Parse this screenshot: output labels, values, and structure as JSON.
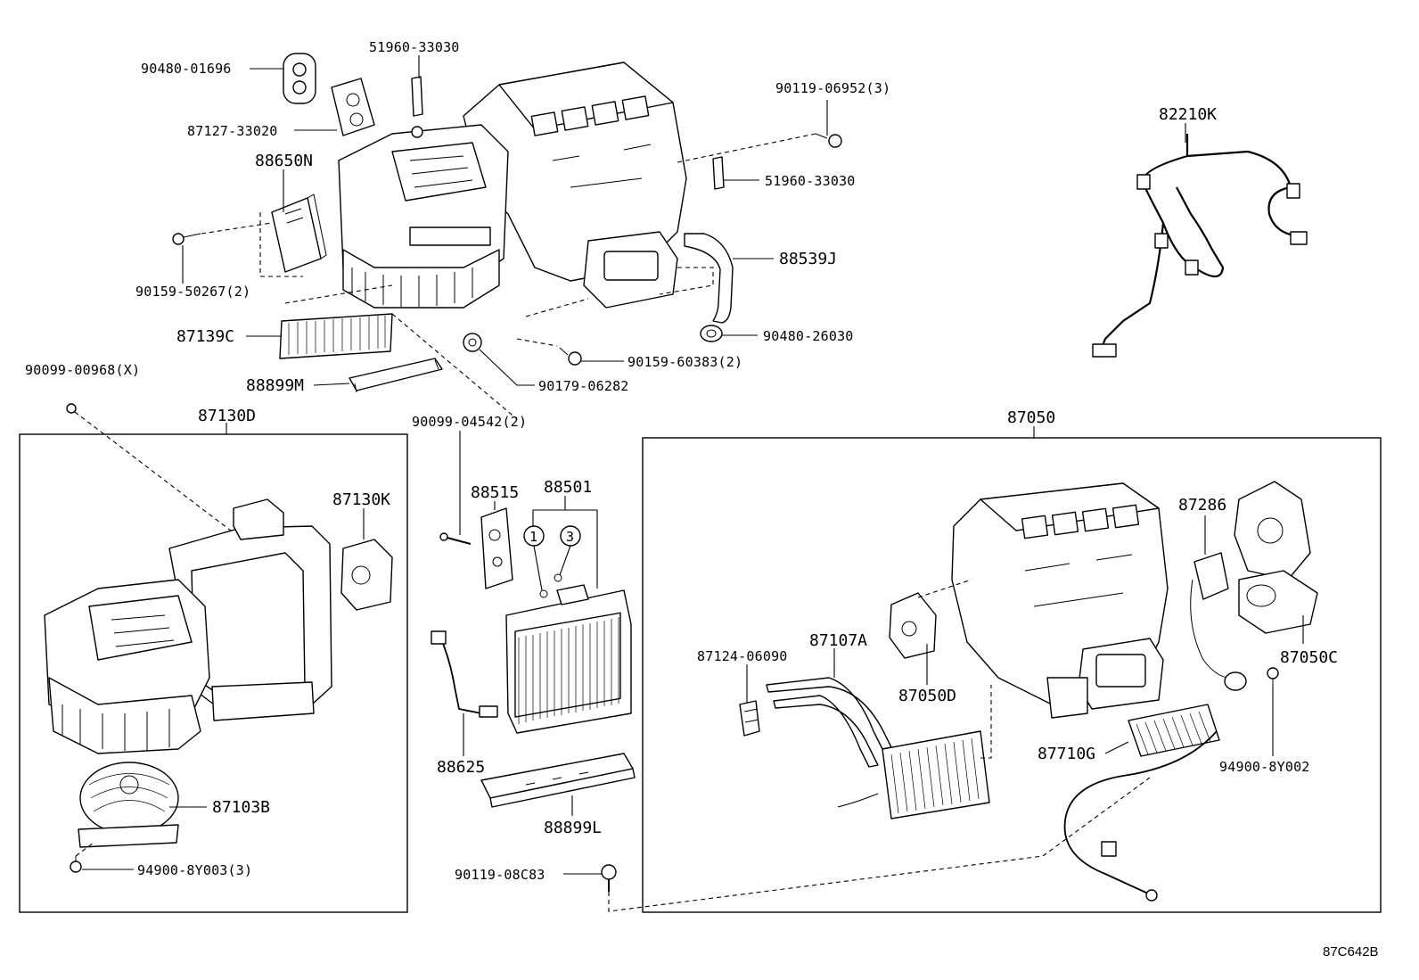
{
  "diagram_code": "87C642B",
  "labels": {
    "p90480_01696": "90480-01696",
    "p51960_33030_a": "51960-33030",
    "p87127_33020": "87127-33020",
    "p88650N": "88650N",
    "p90119_06952": "90119-06952(3)",
    "p51960_33030_b": "51960-33030",
    "p82210K": "82210K",
    "p88539J": "88539J",
    "p90159_50267": "90159-50267(2)",
    "p90480_26030": "90480-26030",
    "p87139C": "87139C",
    "p90159_60383": "90159-60383(2)",
    "p90099_00968": "90099-00968(X)",
    "p88899M": "88899M",
    "p90179_06282": "90179-06282",
    "p87130D": "87130D",
    "p90099_04542": "90099-04542(2)",
    "p87050": "87050",
    "p87130K": "87130K",
    "p88515": "88515",
    "p88501": "88501",
    "p87286": "87286",
    "circle1": "1",
    "circle3": "3",
    "p87050C": "87050C",
    "p87124_06090": "87124-06090",
    "p87107A": "87107A",
    "p87050D": "87050D",
    "p88625": "88625",
    "p87710G": "87710G",
    "p94900_8Y002": "94900-8Y002",
    "p87103B": "87103B",
    "p88899L": "88899L",
    "p94900_8Y003": "94900-8Y003(3)",
    "p90119_08C83": "90119-08C83"
  }
}
